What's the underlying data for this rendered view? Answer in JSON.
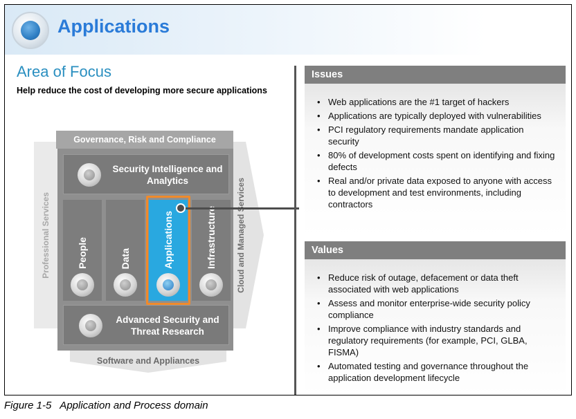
{
  "header": {
    "title": "Applications",
    "logo_icon": "security-framework-logo-icon"
  },
  "focus": {
    "title": "Area of Focus",
    "subtitle": "Help reduce the cost of developing more secure applications"
  },
  "diagram": {
    "governance": "Governance, Risk and Compliance",
    "professional_services": "Professional Services",
    "cloud_services": "Cloud and Managed Services",
    "software": "Software and Appliances",
    "security_intelligence": "Security Intelligence and Analytics",
    "advanced_security": "Advanced Security and Threat Research",
    "columns": [
      {
        "label": "People",
        "icon": "people-icon"
      },
      {
        "label": "Data",
        "icon": "data-lock-icon"
      },
      {
        "label": "Applications",
        "icon": "applications-icon"
      },
      {
        "label": "Infrastructure",
        "icon": "infrastructure-icon"
      }
    ],
    "highlight": "Applications",
    "colors": {
      "highlight_fill": "#29a8e0",
      "highlight_outline": "#f08a2a",
      "title_blue": "#2a7bd8"
    }
  },
  "issues": {
    "heading": "Issues",
    "items": [
      "Web applications are the #1 target of hackers",
      "Applications are typically deployed with vulnerabilities",
      "PCI regulatory requirements mandate application security",
      "80% of development costs spent on identifying and fixing defects",
      "Real and/or private data exposed to anyone with access to development and test environments, including contractors"
    ]
  },
  "values": {
    "heading": "Values",
    "items": [
      "Reduce risk of outage, defacement or data theft associated with web applications",
      "Assess and monitor enterprise-wide security policy compliance",
      "Improve compliance with industry standards and regulatory requirements (for example, PCI, GLBA, FISMA)",
      "Automated testing and governance throughout the application development lifecycle"
    ]
  },
  "caption": "Figure 1-5   Application and Process domain"
}
